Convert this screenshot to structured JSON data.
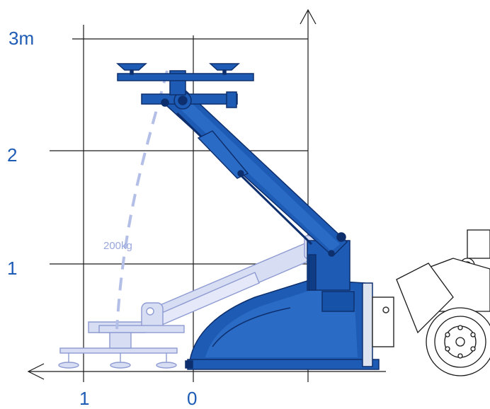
{
  "colors": {
    "accent": "#1d5bb5",
    "accent_dark": "#0e3d86",
    "ghost": "#b3bfe6",
    "grid": "#1a1a1a"
  },
  "labels": {
    "y_3": "3m",
    "y_2": "2",
    "y_1": "1",
    "x_1": "1",
    "x_0": "0",
    "load": "200kg"
  },
  "icons": {
    "up_arrow": "arrow-up-icon",
    "left_arrow": "arrow-left-icon"
  }
}
